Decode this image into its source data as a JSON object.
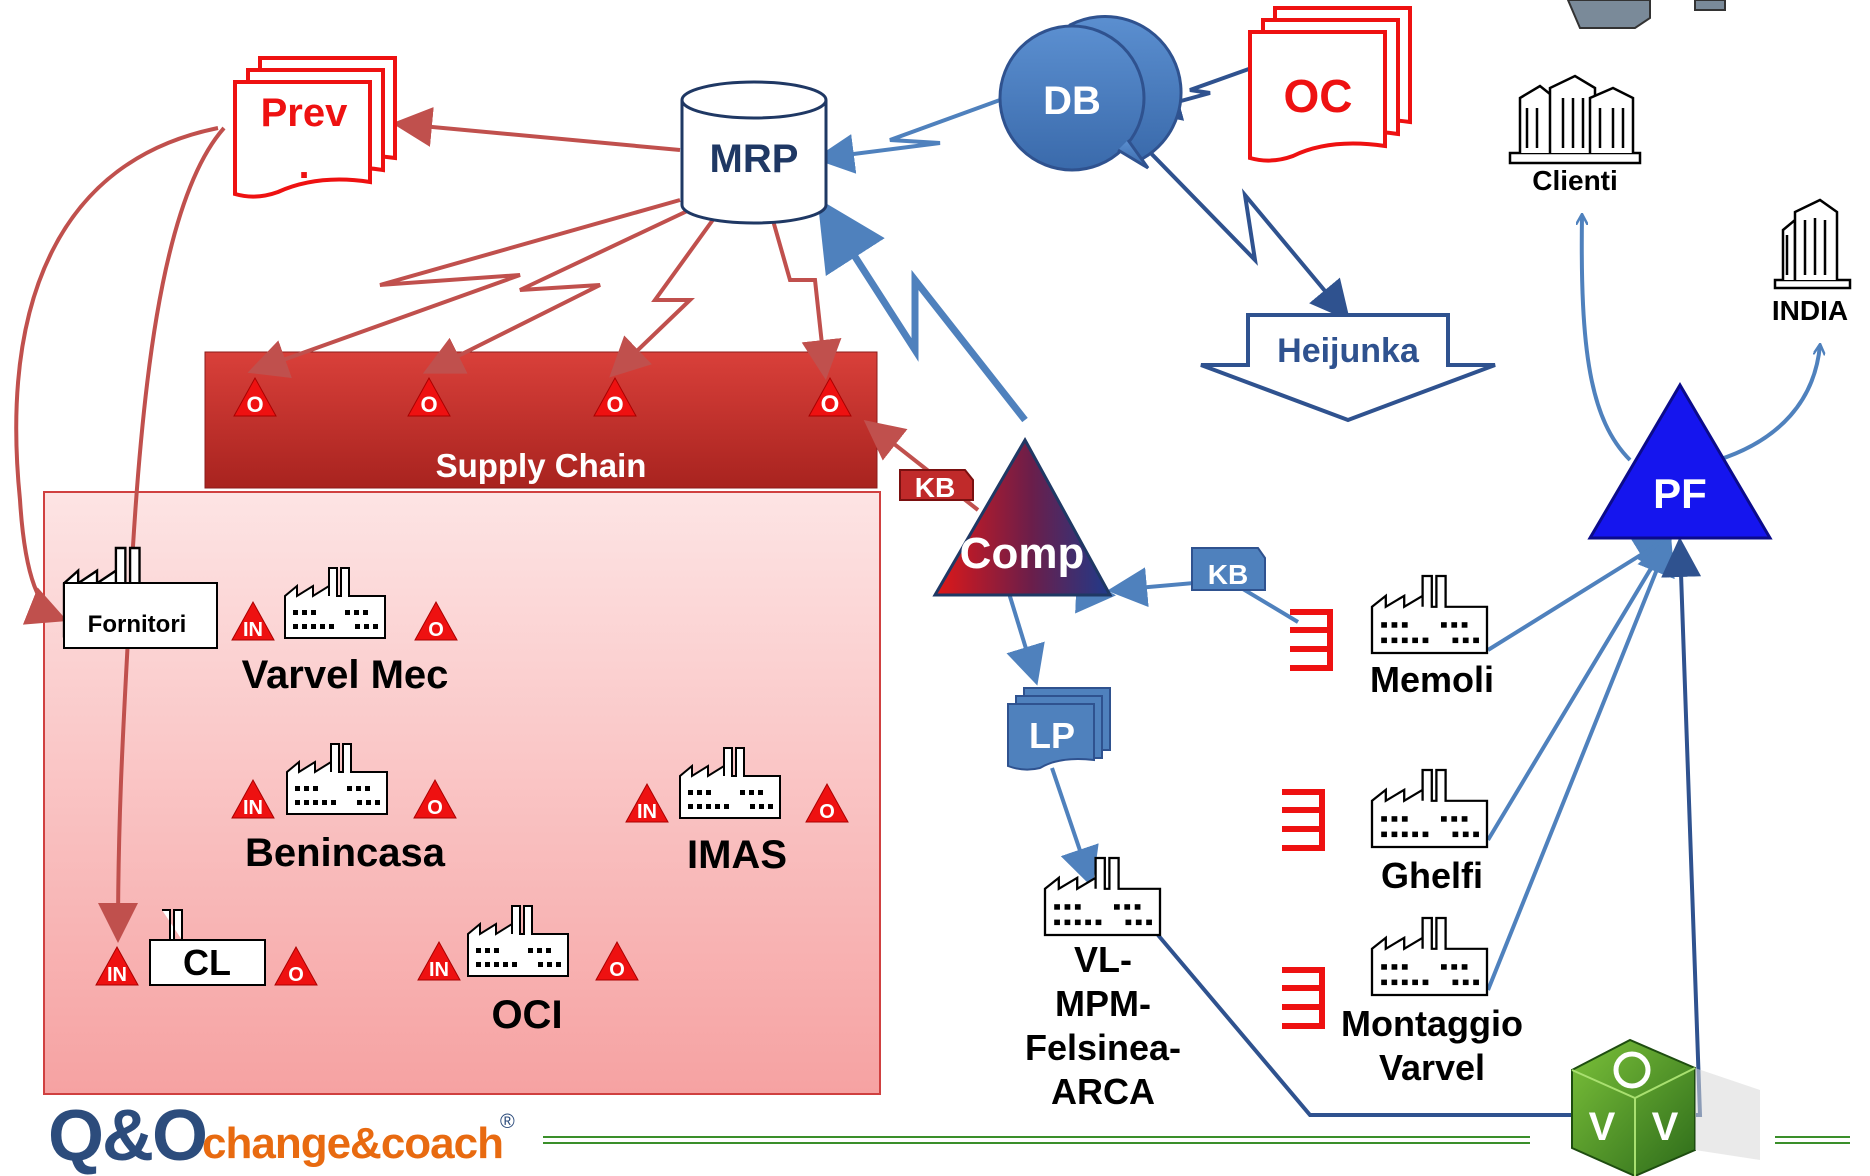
{
  "nodes": {
    "prev": "Prev",
    "prev_dot": ".",
    "mrp": "MRP",
    "db": "DB",
    "oc": "OC",
    "heijunka": "Heijunka",
    "comp": "Comp",
    "pf": "PF",
    "lp": "LP"
  },
  "supply_chain": {
    "label": "Supply Chain",
    "stock_marker": "O"
  },
  "kanban": {
    "kb_red": "KB",
    "kb_blue": "KB"
  },
  "markers": {
    "in": "IN",
    "out": "O"
  },
  "suppliers": {
    "fornitori": "Fornitori",
    "varvel_mec": "Varvel Mec",
    "benincasa": "Benincasa",
    "imas": "IMAS",
    "cl": "CL",
    "oci": "OCI"
  },
  "internal": {
    "memoli": "Memoli",
    "ghelfi": "Ghelfi",
    "montaggio_1": "Montaggio",
    "montaggio_2": "Varvel",
    "vl_1": "VL-",
    "vl_2": "MPM-",
    "vl_3": "Felsinea-",
    "vl_4": "ARCA"
  },
  "customers": {
    "clienti": "Clienti",
    "india": "INDIA"
  },
  "logo": {
    "qo": "Q&O",
    "tagline": "change&coach",
    "reg": "®"
  },
  "colors": {
    "red": "#ee1111",
    "dark_red": "#c0392b",
    "blue": "#4f81bd",
    "dark_blue": "#1f3864",
    "pf_blue": "#1515ee",
    "green": "#3a8f2a"
  }
}
